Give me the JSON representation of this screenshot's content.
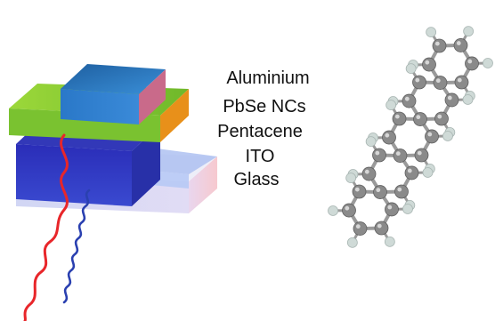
{
  "labels": {
    "aluminium": "Aluminium",
    "pbse": "PbSe NCs",
    "pentacene": "Pentacene",
    "ito": "ITO",
    "glass": "Glass"
  },
  "colors": {
    "aluminium": "#2f7fc8",
    "pbse": "#86c832",
    "pbse_side": "#e8901a",
    "pentacene": "#2a34c0",
    "ito": "#9fb8ee",
    "glass": "#f2c8cf",
    "light_red": "#e8262a",
    "light_blue": "#2a40b0",
    "carbon": "#8a8a8a",
    "hydrogen": "#cfdad7"
  }
}
